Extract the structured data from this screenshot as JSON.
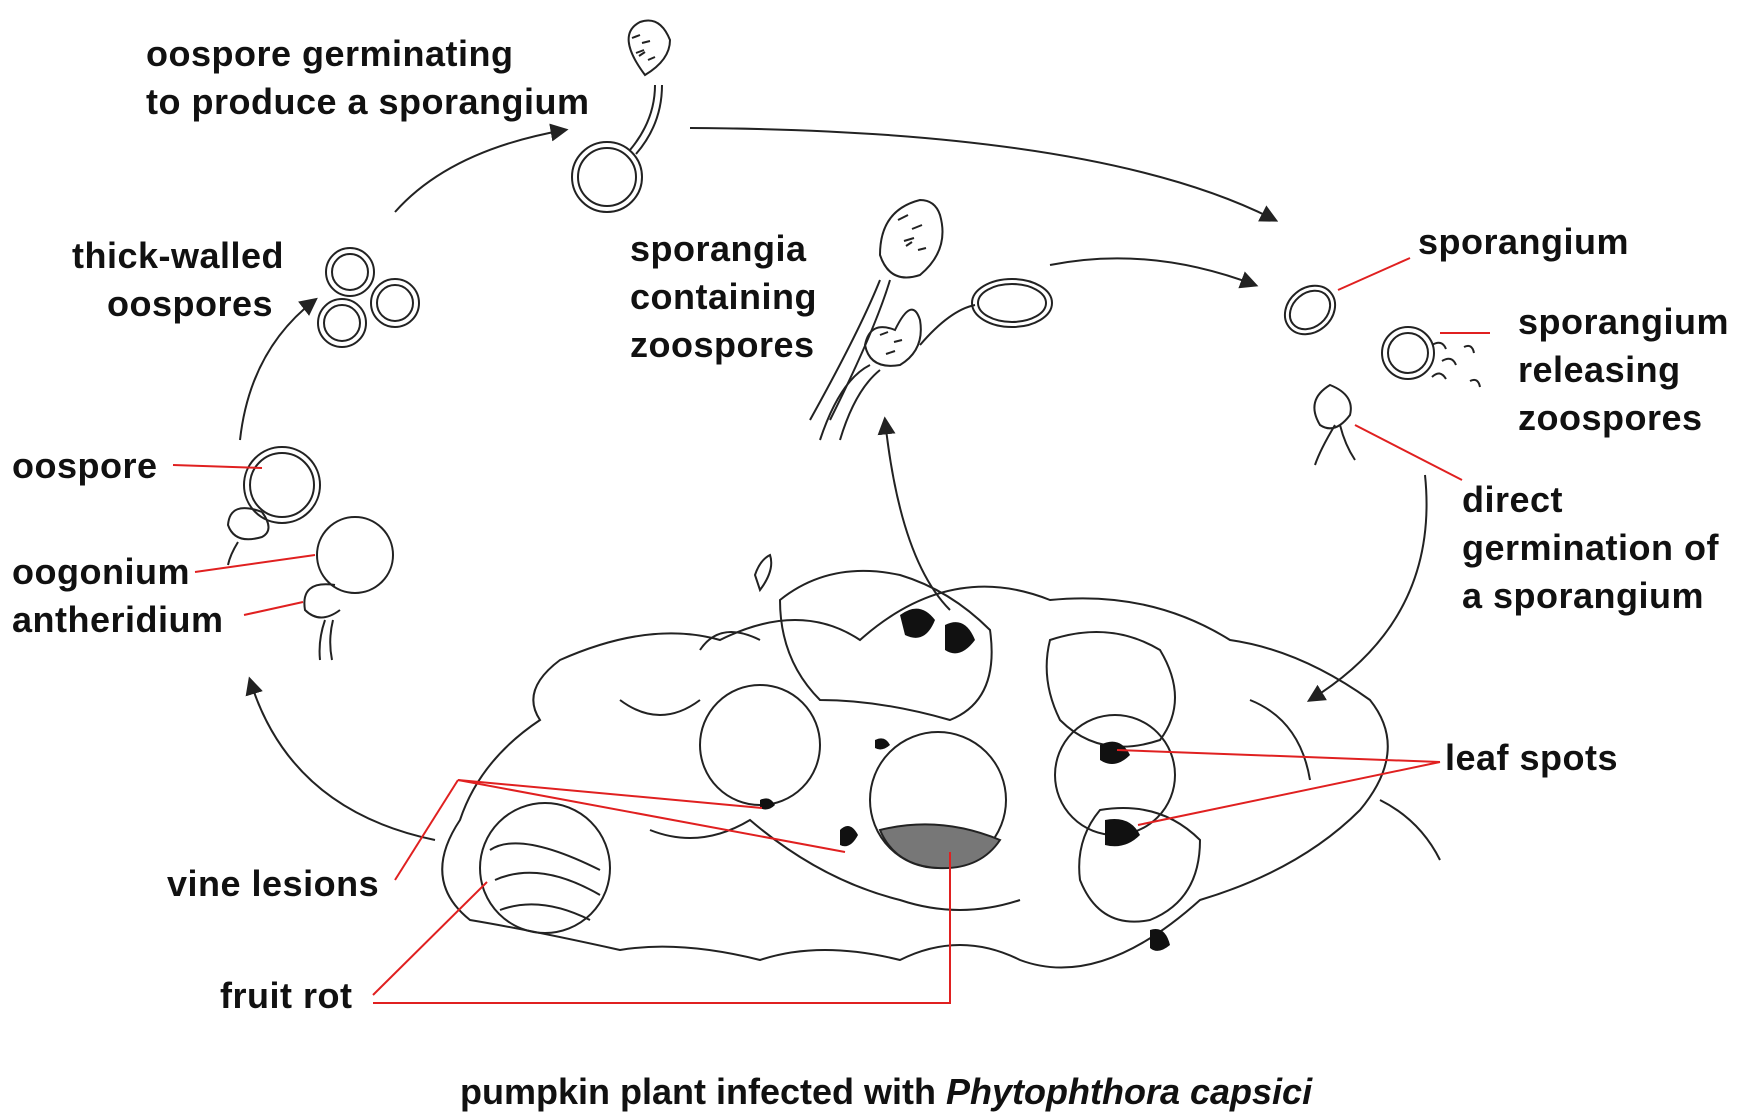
{
  "labels": {
    "oospore_germinating": [
      "oospore germinating",
      "to produce a sporangium"
    ],
    "thick_walled_oospores": [
      "thick-walled",
      "oospores"
    ],
    "oospore": "oospore",
    "oogonium": "oogonium",
    "antheridium": "antheridium",
    "sporangia_containing_zoospores": [
      "sporangia",
      "containing",
      "zoospores"
    ],
    "sporangium": "sporangium",
    "sporangium_releasing_zoospores": [
      "sporangium",
      "releasing",
      "zoospores"
    ],
    "direct_germination": [
      "direct",
      "germination of",
      "a sporangium"
    ],
    "leaf_spots": "leaf spots",
    "vine_lesions": "vine lesions",
    "fruit_rot": "fruit rot"
  },
  "caption": {
    "prefix": "pumpkin plant infected with ",
    "species": "Phytophthora capsici"
  },
  "colors": {
    "leader_line": "#e02020",
    "drawing": "#222222",
    "lesion": "#111111"
  }
}
